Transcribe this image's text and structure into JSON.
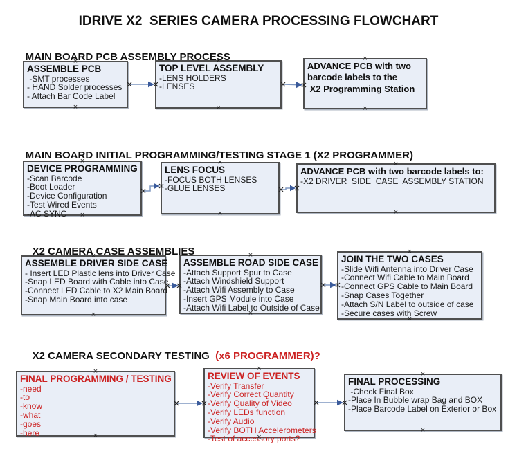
{
  "page": {
    "title": "IDRIVE X2  SERIES CAMERA PROCESSING FLOWCHART"
  },
  "icons": {
    "handle": "×",
    "arrowhead": "filled-right-triangle"
  },
  "colors": {
    "box_fill": "#e9eef7",
    "box_border": "#4f4f4f",
    "accent_red": "#cc2222",
    "connector_line": "#7e97c0",
    "connector_arrow": "#3b5b9b",
    "text": "#101010"
  },
  "sections": [
    {
      "header": "MAIN BOARD PCB ASSEMBLY PROCESS",
      "boxes": [
        {
          "title": "ASSEMBLE PCB",
          "items": [
            " -SMT processes",
            "- HAND Solder processes",
            "- Attach Bar Code Label"
          ]
        },
        {
          "title": "TOP LEVEL ASSEMBLY",
          "items": [
            "-LENS HOLDERS",
            "-LENSES"
          ]
        },
        {
          "title_lines": [
            "ADVANCE PCB with two",
            "barcode labels to the",
            " X2 Programming Station"
          ]
        }
      ]
    },
    {
      "header": "MAIN BOARD INITIAL PROGRAMMING/TESTING STAGE 1 (X2 PROGRAMMER)",
      "boxes": [
        {
          "title": "DEVICE PROGRAMMING",
          "items": [
            "-Scan Barcode",
            "-Boot Loader",
            "-Device Configuration",
            "-Test Wired Events",
            "-AC SYNC"
          ]
        },
        {
          "title": "LENS FOCUS",
          "items": [
            "-FOCUS BOTH LENSES",
            "-GLUE LENSES"
          ]
        },
        {
          "title": "ADVANCE PCB with two barcode labels to:",
          "items": [
            "-X2 DRIVER  SIDE  CASE  ASSEMBLY STATION"
          ]
        }
      ]
    },
    {
      "header": "X2 CAMERA CASE ASSEMBLIES",
      "boxes": [
        {
          "title": "ASSEMBLE DRIVER SIDE CASE",
          "items": [
            "- Insert LED Plastic lens into Driver Case",
            "-Snap LED Board with Cable into Case",
            "-Connect LED Cable to X2 Main Board",
            "-Snap Main Board into case"
          ]
        },
        {
          "title": "ASSEMBLE ROAD SIDE CASE",
          "items": [
            "-Attach Support Spur to Case",
            "-Attach Windshield Support",
            "-Attach Wifi Assembly to Case",
            "-Insert GPS Module into Case",
            "-Attach Wifi Label to Outside of Case"
          ]
        },
        {
          "title": "JOIN THE TWO CASES",
          "items": [
            "-Slide Wifi Antenna into Driver Case",
            "-Connect Wifi Cable to Main Board",
            "-Connect GPS Cable to Main Board",
            "-Snap Cases Together",
            "-Attach S/N Label to outside of case",
            "-Secure cases with Screw"
          ]
        }
      ]
    },
    {
      "header": "X2 CAMERA SECONDARY TESTING  ",
      "header_red": "(x6 PROGRAMMER)?",
      "boxes": [
        {
          "title": "FINAL PROGRAMMING / TESTING",
          "items": [
            "-need",
            "-to",
            "-know",
            "-what",
            "-goes",
            "-here"
          ]
        },
        {
          "title": "REVIEW OF EVENTS",
          "items": [
            "-Verify Transfer",
            "-Verify Correct Quantity",
            "-Verify Quality of Video",
            "-Verify LEDs function",
            "-Verify Audio",
            "-Verify BOTH Accelerometers",
            "-Test of accessory ports?"
          ]
        },
        {
          "title": "FINAL PROCESSING",
          "items": [
            " -Check Final Box",
            "-Place In Bubble wrap Bag and BOX",
            "-Place Barcode Label on Exterior or Box"
          ]
        }
      ]
    }
  ]
}
